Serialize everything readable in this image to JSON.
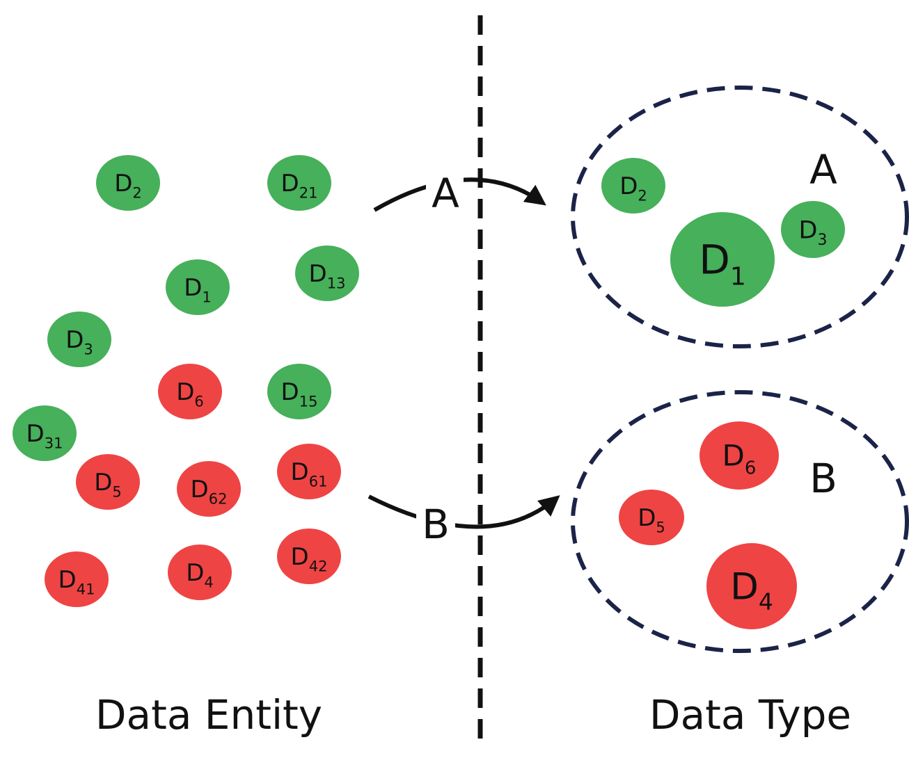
{
  "colors": {
    "green": "#46b05a",
    "red": "#ef4444",
    "ellipse_stroke": "#1b2348",
    "ink": "#111111"
  },
  "captions": {
    "left": "Data Entity",
    "right": "Data Type"
  },
  "arrows": {
    "a_label": "A",
    "b_label": "B"
  },
  "groups": {
    "a": {
      "label": "A",
      "members": [
        {
          "base": "D",
          "sub": "2",
          "color": "green"
        },
        {
          "base": "D",
          "sub": "1",
          "color": "green"
        },
        {
          "base": "D",
          "sub": "3",
          "color": "green"
        }
      ]
    },
    "b": {
      "label": "B",
      "members": [
        {
          "base": "D",
          "sub": "6",
          "color": "red"
        },
        {
          "base": "D",
          "sub": "5",
          "color": "red"
        },
        {
          "base": "D",
          "sub": "4",
          "color": "red"
        }
      ]
    }
  },
  "entities": [
    {
      "base": "D",
      "sub": "2",
      "color": "green"
    },
    {
      "base": "D",
      "sub": "21",
      "color": "green"
    },
    {
      "base": "D",
      "sub": "1",
      "color": "green"
    },
    {
      "base": "D",
      "sub": "13",
      "color": "green"
    },
    {
      "base": "D",
      "sub": "3",
      "color": "green"
    },
    {
      "base": "D",
      "sub": "6",
      "color": "red"
    },
    {
      "base": "D",
      "sub": "15",
      "color": "green"
    },
    {
      "base": "D",
      "sub": "31",
      "color": "green"
    },
    {
      "base": "D",
      "sub": "5",
      "color": "red"
    },
    {
      "base": "D",
      "sub": "62",
      "color": "red"
    },
    {
      "base": "D",
      "sub": "61",
      "color": "red"
    },
    {
      "base": "D",
      "sub": "41",
      "color": "red"
    },
    {
      "base": "D",
      "sub": "4",
      "color": "red"
    },
    {
      "base": "D",
      "sub": "42",
      "color": "red"
    }
  ]
}
